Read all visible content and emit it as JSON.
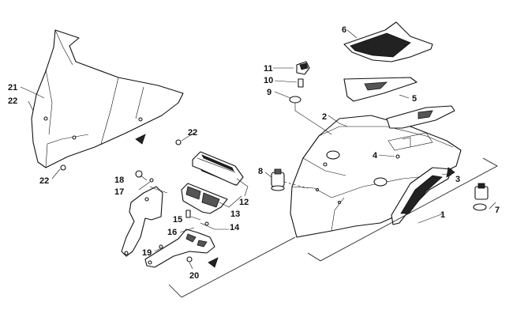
{
  "callouts": {
    "c1": "1",
    "c2": "2",
    "c3": "3",
    "c4": "4",
    "c5": "5",
    "c6": "6",
    "c7": "7",
    "c8": "8",
    "c9": "9",
    "c10": "10",
    "c11": "11",
    "c12": "12",
    "c13": "13",
    "c14": "14",
    "c15": "15",
    "c16": "16",
    "c17": "17",
    "c18": "18",
    "c19": "19",
    "c20": "20",
    "c21": "21",
    "c22a": "22",
    "c22b": "22",
    "c22c": "22"
  }
}
